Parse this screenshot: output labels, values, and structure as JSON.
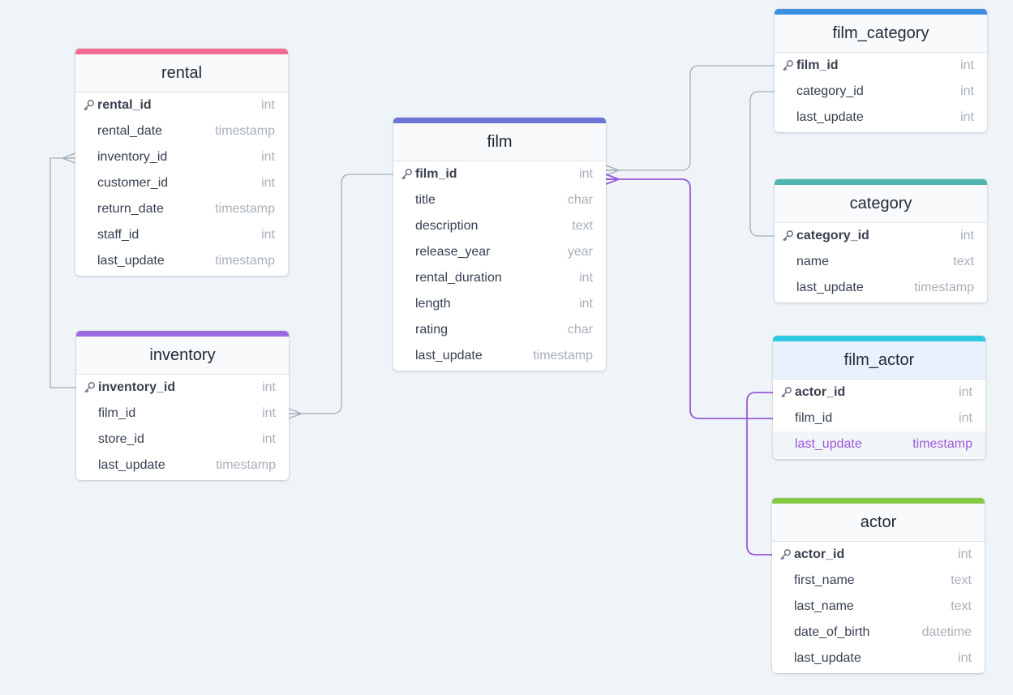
{
  "colors": {
    "background": "#eff4f8",
    "relation_default": "#a4adb8",
    "relation_active": "#9b59d8"
  },
  "tables": [
    {
      "id": "rental",
      "name": "rental",
      "accent": "#f26b92",
      "selected": false,
      "columns": [
        {
          "name": "rental_id",
          "type": "int",
          "pk": true
        },
        {
          "name": "rental_date",
          "type": "timestamp"
        },
        {
          "name": "inventory_id",
          "type": "int"
        },
        {
          "name": "customer_id",
          "type": "int"
        },
        {
          "name": "return_date",
          "type": "timestamp"
        },
        {
          "name": "staff_id",
          "type": "int"
        },
        {
          "name": "last_update",
          "type": "timestamp"
        }
      ]
    },
    {
      "id": "inventory",
      "name": "inventory",
      "accent": "#9a6ae0",
      "selected": false,
      "columns": [
        {
          "name": "inventory_id",
          "type": "int",
          "pk": true
        },
        {
          "name": "film_id",
          "type": "int"
        },
        {
          "name": "store_id",
          "type": "int"
        },
        {
          "name": "last_update",
          "type": "timestamp"
        }
      ]
    },
    {
      "id": "film",
      "name": "film",
      "accent": "#6a75d6",
      "selected": false,
      "columns": [
        {
          "name": "film_id",
          "type": "int",
          "pk": true
        },
        {
          "name": "title",
          "type": "char"
        },
        {
          "name": "description",
          "type": "text"
        },
        {
          "name": "release_year",
          "type": "year"
        },
        {
          "name": "rental_duration",
          "type": "int"
        },
        {
          "name": "length",
          "type": "int"
        },
        {
          "name": "rating",
          "type": "char"
        },
        {
          "name": "last_update",
          "type": "timestamp"
        }
      ]
    },
    {
      "id": "film_category",
      "name": "film_category",
      "accent": "#3b8fe0",
      "selected": false,
      "columns": [
        {
          "name": "film_id",
          "type": "int",
          "pk": true
        },
        {
          "name": "category_id",
          "type": "int"
        },
        {
          "name": "last_update",
          "type": "int"
        }
      ]
    },
    {
      "id": "category",
      "name": "category",
      "accent": "#4fb7ad",
      "selected": false,
      "columns": [
        {
          "name": "category_id",
          "type": "int",
          "pk": true
        },
        {
          "name": "name",
          "type": "text"
        },
        {
          "name": "last_update",
          "type": "timestamp"
        }
      ]
    },
    {
      "id": "film_actor",
      "name": "film_actor",
      "accent": "#2ec9e0",
      "selected": true,
      "columns": [
        {
          "name": "actor_id",
          "type": "int",
          "pk": true
        },
        {
          "name": "film_id",
          "type": "int"
        },
        {
          "name": "last_update",
          "type": "timestamp",
          "highlighted": true
        }
      ]
    },
    {
      "id": "actor",
      "name": "actor",
      "accent": "#86c843",
      "selected": false,
      "columns": [
        {
          "name": "actor_id",
          "type": "int",
          "pk": true
        },
        {
          "name": "first_name",
          "type": "text"
        },
        {
          "name": "last_name",
          "type": "text"
        },
        {
          "name": "date_of_birth",
          "type": "datetime"
        },
        {
          "name": "last_update",
          "type": "int"
        }
      ]
    }
  ],
  "relations": [
    {
      "from": "inventory.inventory_id",
      "to": "rental.inventory_id",
      "cardinality": "one-to-many",
      "active": false
    },
    {
      "from": "film.film_id",
      "to": "inventory.film_id",
      "cardinality": "one-to-many",
      "active": false
    },
    {
      "from": "film_category.film_id",
      "to": "film.film_id",
      "cardinality": "one-to-many",
      "active": false
    },
    {
      "from": "category.category_id",
      "to": "film_category.category_id",
      "cardinality": "one-to-one",
      "active": false
    },
    {
      "from": "film_actor.film_id",
      "to": "film.film_id",
      "cardinality": "one-to-many",
      "active": true
    },
    {
      "from": "actor.actor_id",
      "to": "film_actor.actor_id",
      "cardinality": "one-to-one",
      "active": true
    }
  ]
}
